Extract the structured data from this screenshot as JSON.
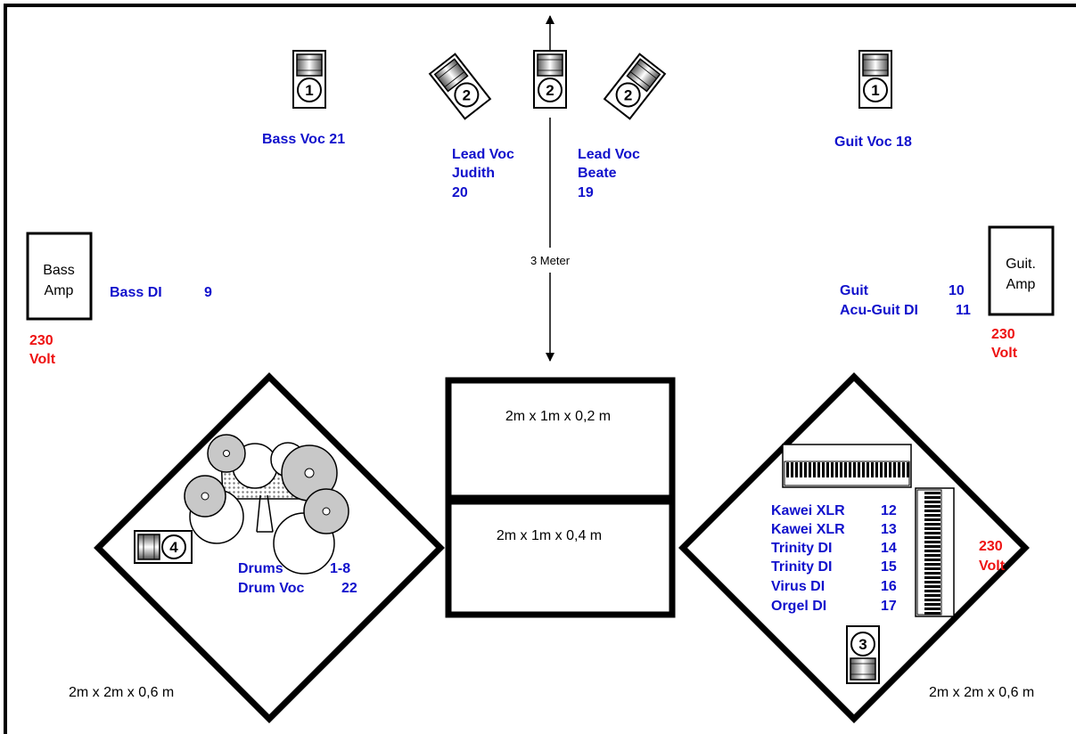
{
  "monitors": {
    "bass": "1",
    "guitar": "1",
    "lead_left": "2",
    "lead_center": "2",
    "lead_right": "2",
    "keys": "3",
    "drums": "4"
  },
  "vocals": {
    "bass_voc": "Bass Voc 21",
    "lead_judith": [
      "Lead Voc",
      "Judith",
      "20"
    ],
    "lead_beate": [
      "Lead Voc",
      "Beate",
      "19"
    ],
    "guit_voc": "Guit Voc 18"
  },
  "distance_label": "3 Meter",
  "bass_amp": {
    "label": [
      "Bass",
      "Amp"
    ],
    "channel_name": "Bass DI",
    "channel_number": "9",
    "power": [
      "230",
      "Volt"
    ]
  },
  "guitar_amp": {
    "label": [
      "Guit.",
      "Amp"
    ],
    "channels": [
      {
        "name": "Guit",
        "number": "10"
      },
      {
        "name": "Acu-Guit  DI",
        "number": "11"
      }
    ],
    "power": [
      "230",
      "Volt"
    ]
  },
  "risers": {
    "center_top": "2m x 1m x 0,2 m",
    "center_bottom": "2m x 1m x 0,4 m",
    "drum_riser": "2m x 2m x 0,6 m",
    "keys_riser": "2m x  2m x 0,6 m"
  },
  "drums": {
    "channels": [
      {
        "name": "Drums",
        "number": "1-8"
      },
      {
        "name": "Drum Voc",
        "number": "22"
      }
    ]
  },
  "keys": {
    "channels": [
      {
        "name": "Kawei XLR",
        "number": "12"
      },
      {
        "name": "Kawei XLR",
        "number": "13"
      },
      {
        "name": "Trinity DI",
        "number": "14"
      },
      {
        "name": "Trinity DI",
        "number": "15"
      },
      {
        "name": "Virus   DI",
        "number": "16"
      },
      {
        "name": "Orgel  DI",
        "number": "17"
      }
    ],
    "power": [
      "230",
      "Volt"
    ]
  },
  "colors": {
    "channel_text": "#1111cc",
    "power_text": "#ee1111",
    "outline": "#000000",
    "cymbal": "#c8c8c8"
  }
}
